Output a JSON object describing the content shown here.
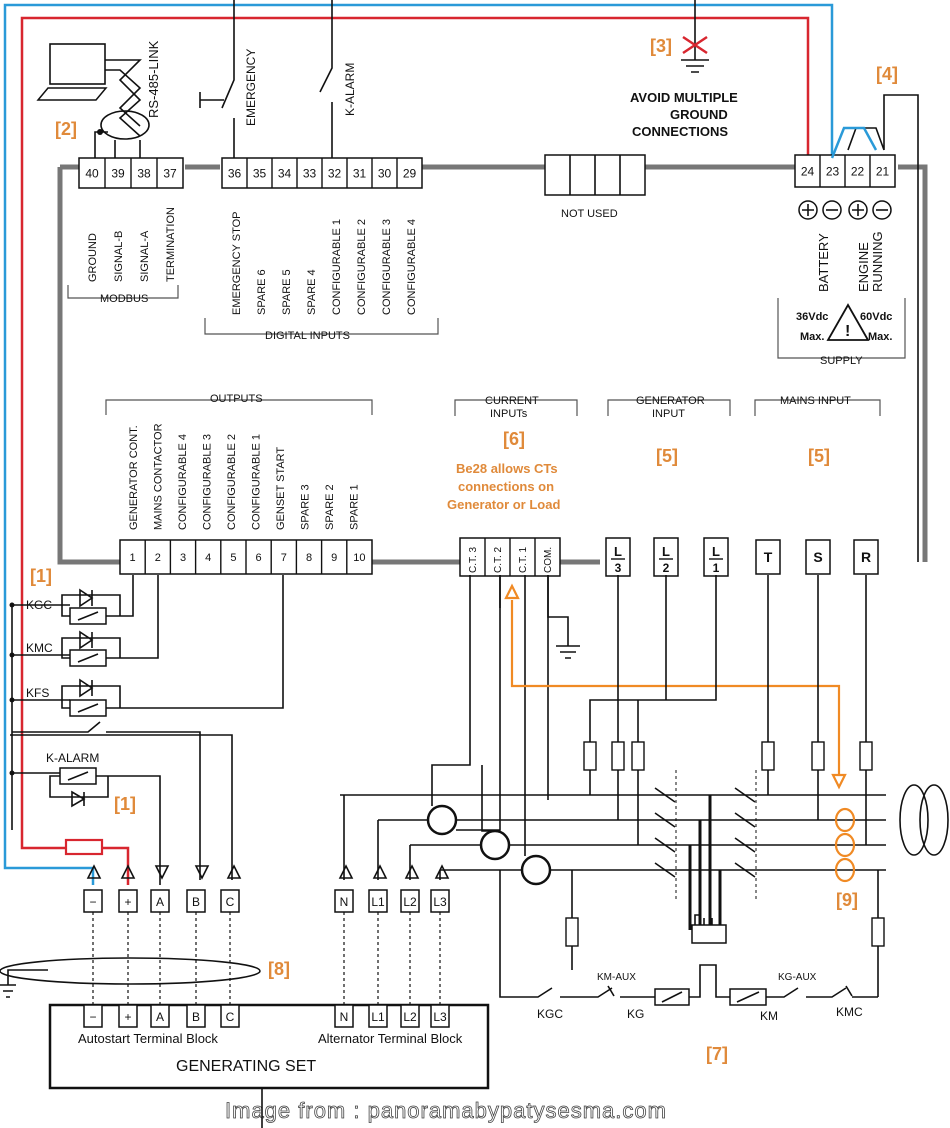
{
  "diagram": {
    "modbus_terminals": [
      "40",
      "39",
      "38",
      "37"
    ],
    "modbus_labels": [
      "GROUND",
      "SIGNAL-B",
      "SIGNAL-A",
      "TERMINATION"
    ],
    "modbus_title": "MODBUS",
    "rs485_label": "RS-485-LINK",
    "digital_terminals": [
      "36",
      "35",
      "34",
      "33",
      "32",
      "31",
      "30",
      "29"
    ],
    "digital_labels": [
      "EMERGENCY STOP",
      "SPARE 6",
      "SPARE 5",
      "SPARE 4",
      "CONFIGURABLE 1",
      "CONFIGURABLE 2",
      "CONFIGURABLE 3",
      "CONFIGURABLE 4"
    ],
    "digital_title": "DIGITAL INPUTS",
    "emergency_label": "EMERGENCY",
    "kalarm_top_label": "K-ALARM",
    "not_used_label": "NOT USED",
    "ground_note": [
      "AVOID MULTIPLE",
      "GROUND",
      "CONNECTIONS"
    ],
    "supply_terminals": [
      "24",
      "23",
      "22",
      "21"
    ],
    "battery_label": "BATTERY",
    "engine_label": [
      "ENGINE",
      "RUNNING"
    ],
    "supply_v1": [
      "36Vdc",
      "Max."
    ],
    "supply_v2": [
      "60Vdc",
      "Max."
    ],
    "supply_title": "SUPPLY",
    "outputs_title": "OUTPUTS",
    "output_labels": [
      "GENERATOR  CONT.",
      "MAINS CONTACTOR",
      "CONFIGURABLE 4",
      "CONFIGURABLE 3",
      "CONFIGURABLE 2",
      "CONFIGURABLE 1",
      "GENSET START",
      "SPARE 3",
      "SPARE 2",
      "SPARE 1"
    ],
    "output_terminals": [
      "1",
      "2",
      "3",
      "4",
      "5",
      "6",
      "7",
      "8",
      "9",
      "10"
    ],
    "current_title": [
      "CURRENT",
      "INPUTs"
    ],
    "ct_terminals": [
      "C.T. 3",
      "C.T. 2",
      "C.T. 1",
      "COM."
    ],
    "ct_note": [
      "Be28 allows CTs",
      "connections on",
      "Generator or Load"
    ],
    "gen_input_title": [
      "GENERATOR",
      "INPUT"
    ],
    "gen_terminals": [
      "L",
      "L",
      "L"
    ],
    "gen_subs": [
      "3",
      "2",
      "1"
    ],
    "mains_title": "MAINS INPUT",
    "mains_terminals": [
      "T",
      "S",
      "R"
    ],
    "refs": {
      "r1": "[1]",
      "r1b": "[1]",
      "r2": "[2]",
      "r3": "[3]",
      "r4": "[4]",
      "r5a": "[5]",
      "r5b": "[5]",
      "r6": "[6]",
      "r7": "[7]",
      "r8": "[8]",
      "r9": "[9]"
    },
    "relays": [
      "KGC",
      "KMC",
      "KFS",
      "K-ALARM"
    ],
    "autostart_terminals": [
      "−",
      "+",
      "A",
      "B",
      "C"
    ],
    "autostart_label": "Autostart Terminal Block",
    "alternator_terminals": [
      "N",
      "L1",
      "L2",
      "L3"
    ],
    "alternator_label": "Alternator Terminal Block",
    "genset_label": "GENERATING  SET",
    "contactor_labels": {
      "kgc": "KGC",
      "km_aux": "KM-AUX",
      "kg": "KG",
      "km": "KM",
      "kg_aux": "KG-AUX",
      "kmc": "KMC"
    },
    "watermark": "Image from : panoramabypatysesma.com"
  }
}
